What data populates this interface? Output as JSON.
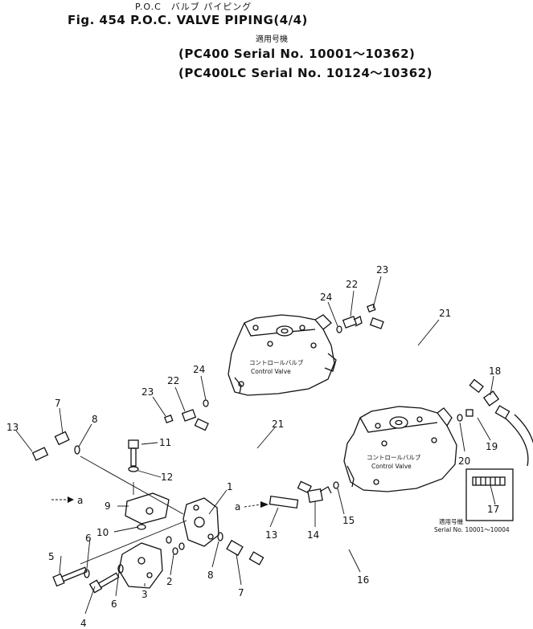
{
  "header": {
    "jp_title": "P.O.C　バルブ パイピング",
    "fig_title": "Fig. 454 P.O.C. VALVE PIPING(4/4)",
    "applicable_jp": "適用号機",
    "serial_line_1": "(PC400 Serial No. 10001～10362)",
    "serial_line_2": "(PC400LC Serial No. 10124～10362)"
  },
  "valve_labels": {
    "jp": "コントロールバルブ",
    "en": "Control Valve"
  },
  "inset_note": {
    "jp": "適用号機",
    "serial": "Serial No. 10001～10004"
  },
  "arrow_label": "a",
  "callouts": {
    "c1": "1",
    "c2": "2",
    "c3": "3",
    "c4": "4",
    "c5": "5",
    "c6a": "6",
    "c6b": "6",
    "c7a": "7",
    "c7b": "7",
    "c8a": "8",
    "c8b": "8",
    "c9": "9",
    "c10": "10",
    "c11": "11",
    "c12": "12",
    "c13a": "13",
    "c13b": "13",
    "c14": "14",
    "c15": "15",
    "c16": "16",
    "c17": "17",
    "c18": "18",
    "c19": "19",
    "c20": "20",
    "c21a": "21",
    "c21b": "21",
    "c22a": "22",
    "c22b": "22",
    "c23a": "23",
    "c23b": "23",
    "c24a": "24",
    "c24b": "24"
  }
}
